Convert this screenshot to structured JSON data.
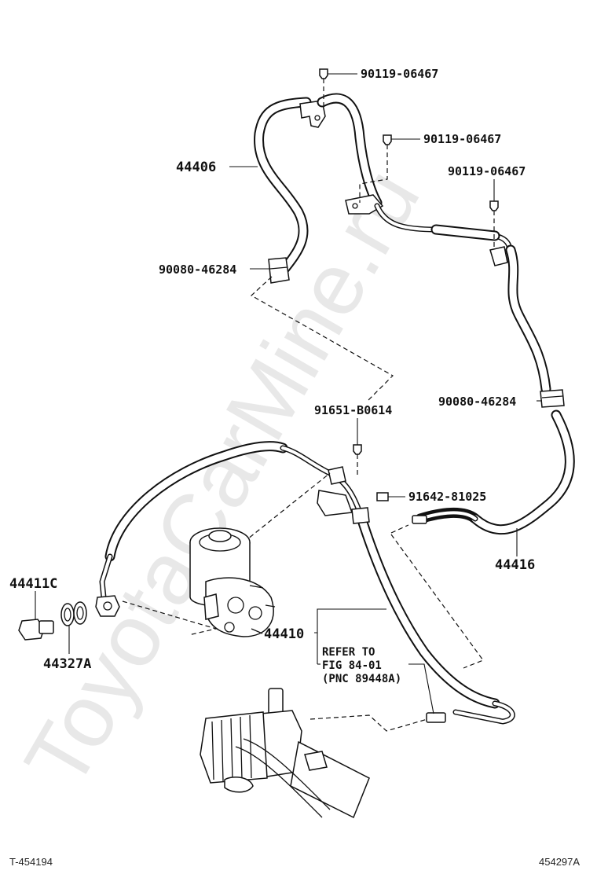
{
  "watermark": "ToyotaCarMine.ru",
  "labels": {
    "bolt_top": "90119-06467",
    "bolt_mid": "90119-06467",
    "bolt_right": "90119-06467",
    "hose_return": "44406",
    "clamp_left": "90080-46284",
    "clamp_right": "90080-46284",
    "bolt_bracket": "91651-B0614",
    "bolt_flange": "91642-81025",
    "pipe_return": "44416",
    "union_bolt": "44411C",
    "gasket": "44327A",
    "hose_pressure": "44410",
    "refer_line1": "REFER TO",
    "refer_line2": "FIG 84-01",
    "refer_line3": "(PNC 89448A)"
  },
  "footer": {
    "left": "T-454194",
    "right": "454297A"
  }
}
